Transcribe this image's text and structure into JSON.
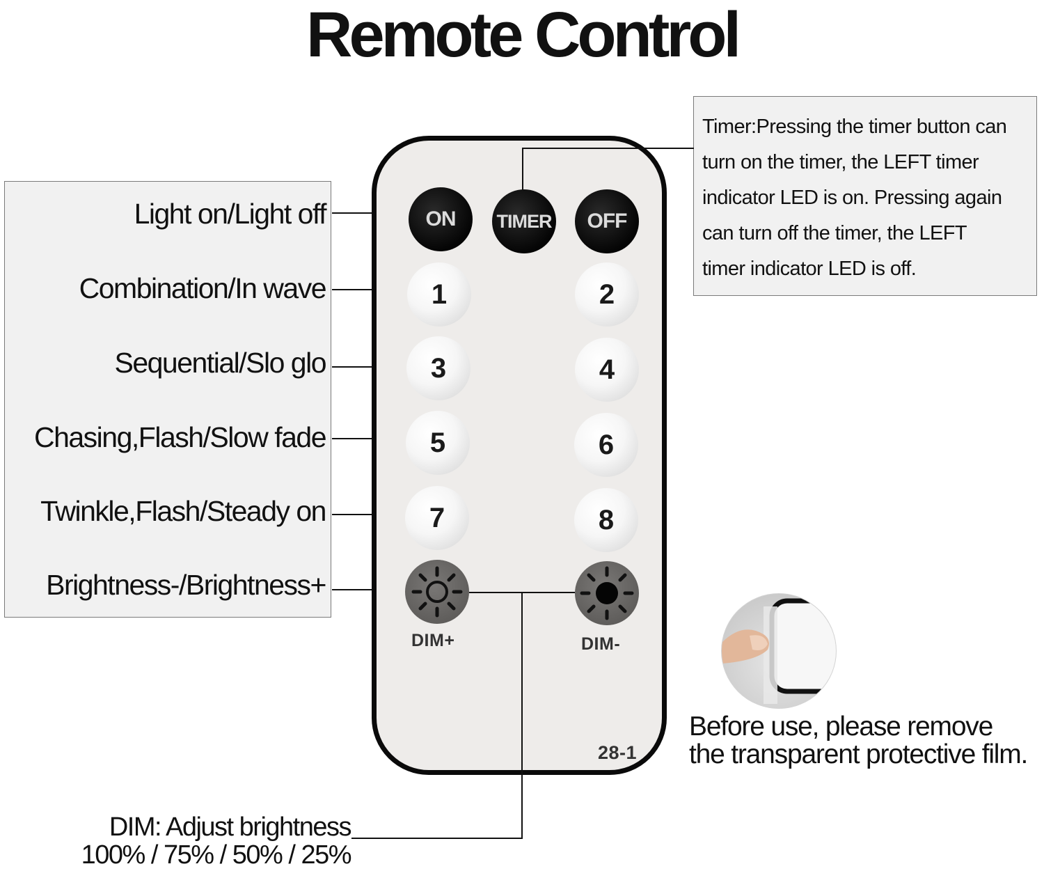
{
  "title": "Remote Control",
  "left_labels": [
    "Light on/Light off",
    "Combination/In wave",
    "Sequential/Slo glo",
    "Chasing,Flash/Slow fade",
    "Twinkle,Flash/Steady on",
    "Brightness-/Brightness+"
  ],
  "timer_note": {
    "lines": [
      "Timer:Pressing the timer button can",
      "turn on the timer, the LEFT timer",
      "indicator LED is on. Pressing again",
      "can turn off the timer, the LEFT",
      "timer indicator LED is off."
    ]
  },
  "remote": {
    "on": "ON",
    "timer": "TIMER",
    "off": "OFF",
    "numbers": [
      "1",
      "2",
      "3",
      "4",
      "5",
      "6",
      "7",
      "8"
    ],
    "dim_plus": "DIM+",
    "dim_minus": "DIM-",
    "model": "28-1"
  },
  "film_note": {
    "line1": "Before use, please remove",
    "line2": "the transparent protective film."
  },
  "dim_note": {
    "line1": "DIM: Adjust brightness",
    "line2": "100% / 75% / 50% / 25%"
  },
  "colors": {
    "panel_bg": "#f1f1f1",
    "remote_bg": "#eeecea",
    "button_black": "#050505",
    "button_grey": "#5e5c5a"
  }
}
